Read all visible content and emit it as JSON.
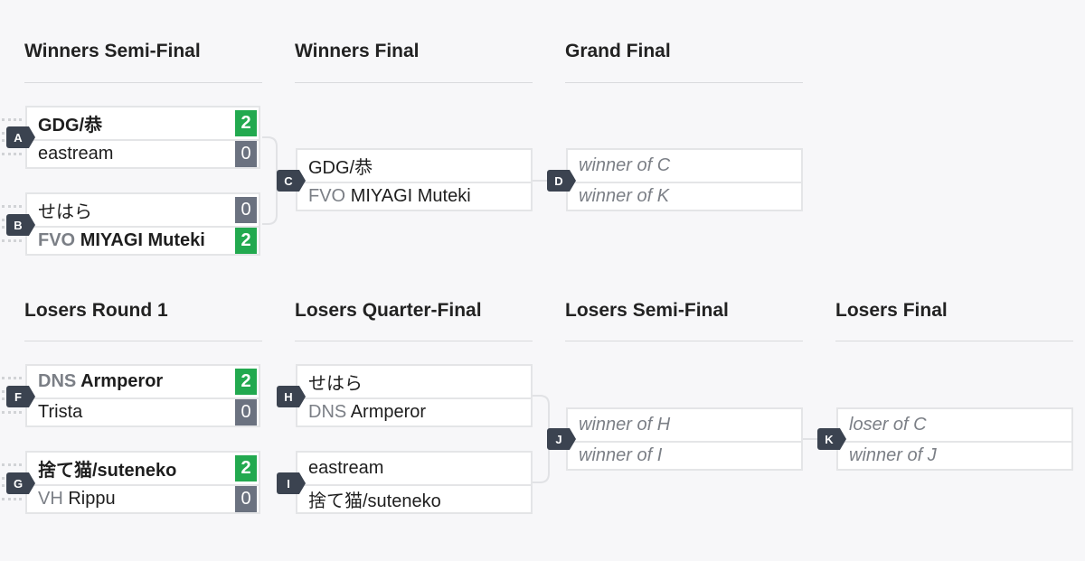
{
  "rounds": {
    "ws": "Winners Semi-Final",
    "wf": "Winners Final",
    "gf": "Grand Final",
    "lr1": "Losers Round 1",
    "lqf": "Losers Quarter-Final",
    "lsf": "Losers Semi-Final",
    "lf": "Losers Final"
  },
  "matches": {
    "A": {
      "label": "A",
      "p1": {
        "prefix": "",
        "name": "GDG/恭",
        "score": "2"
      },
      "p2": {
        "prefix": "",
        "name": "eastream",
        "score": "0"
      }
    },
    "B": {
      "label": "B",
      "p1": {
        "prefix": "",
        "name": "せはら",
        "score": "0"
      },
      "p2": {
        "prefix": "FVO",
        "name": "MIYAGI Muteki",
        "score": "2"
      }
    },
    "C": {
      "label": "C",
      "p1": {
        "prefix": "",
        "name": "GDG/恭"
      },
      "p2": {
        "prefix": "FVO",
        "name": "MIYAGI Muteki"
      }
    },
    "D": {
      "label": "D",
      "p1": {
        "name": "winner of C"
      },
      "p2": {
        "name": "winner of K"
      }
    },
    "F": {
      "label": "F",
      "p1": {
        "prefix": "DNS",
        "name": "Armperor",
        "score": "2"
      },
      "p2": {
        "prefix": "",
        "name": "Trista",
        "score": "0"
      }
    },
    "G": {
      "label": "G",
      "p1": {
        "prefix": "",
        "name": "捨て猫/suteneko",
        "score": "2"
      },
      "p2": {
        "prefix": "VH",
        "name": "Rippu",
        "score": "0"
      }
    },
    "H": {
      "label": "H",
      "p1": {
        "prefix": "",
        "name": "せはら"
      },
      "p2": {
        "prefix": "DNS",
        "name": "Armperor"
      }
    },
    "I": {
      "label": "I",
      "p1": {
        "prefix": "",
        "name": "eastream"
      },
      "p2": {
        "prefix": "",
        "name": "捨て猫/suteneko"
      }
    },
    "J": {
      "label": "J",
      "p1": {
        "name": "winner of H"
      },
      "p2": {
        "name": "winner of I"
      }
    },
    "K": {
      "label": "K",
      "p1": {
        "name": "loser of C"
      },
      "p2": {
        "name": "winner of J"
      }
    }
  }
}
